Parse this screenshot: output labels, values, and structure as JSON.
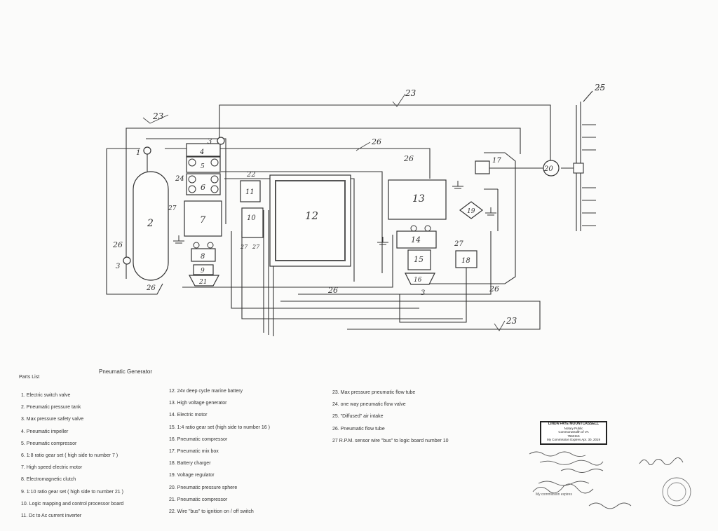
{
  "diagram": {
    "number_labels": {
      "n1": "1",
      "n2": "2",
      "n3a": "3",
      "n3b": "3",
      "n3c": "3",
      "n4": "4",
      "n5": "5",
      "n6": "6",
      "n7": "7",
      "n8": "8",
      "n9": "9",
      "n10": "10",
      "n11": "11",
      "n12": "12",
      "n13": "13",
      "n14": "14",
      "n15": "15",
      "n16": "16",
      "n17": "17",
      "n18": "18",
      "n19": "19",
      "n20": "20",
      "n21": "21",
      "n22": "22",
      "n23a": "23",
      "n23b": "23",
      "n23c": "23",
      "n24": "24",
      "n25": "25",
      "n26a": "26",
      "n26b": "26",
      "n26c": "26",
      "n26d": "26",
      "n26e": "26",
      "n26f": "26",
      "n27a": "27",
      "n27b": "27",
      "n27c": "27",
      "n27d": "27"
    }
  },
  "title": "Pneumatic Generator",
  "parts_list_heading": "Parts List",
  "parts_col1": [
    "1. Electric switch valve",
    "2. Pneumatic pressure tank",
    "3. Max pressure safety valve",
    "4. Pneumatic impeller",
    "5. Pneumatic compressor",
    "6. 1:8 ratio gear set ( high side to number 7 )",
    "7. High speed electric motor",
    "8. Electromagnetic clutch",
    "9. 1:10 ratio gear set ( high side to number 21 )",
    "10. Logic mapping and control processor board",
    "11. Dc to Ac current inverter"
  ],
  "parts_col2": [
    "12. 24v deep cycle marine battery",
    "13. High voltage generator",
    "14. Electric motor",
    "15. 1:4 ratio gear set (high side to number 16 )",
    "16. Pneumatic compressor",
    "17. Pneumatic mix box",
    "18. Battery charger",
    "19. Voltage regulator",
    "20. Pneumatic pressure sphere",
    "21. Pneumatic compressor",
    "22. Wire \"bus\" to ignition on / off switch"
  ],
  "parts_col3": [
    "23. Max pressure pneumatic flow tube",
    "24. one way pneumatic flow valve",
    "25. \"Diffused\" air intake",
    "26. Pneumatic flow tube",
    "27 R.P.M. sensor wire \"bus\" to logic board number 10"
  ],
  "stamp": {
    "name": "LINDA FAYE MOUNTCASSELL",
    "line1": "Notary Public",
    "line2": "Commonwealth of VA",
    "line3": "7563115",
    "line4": "My Commission Expires Apr. 30, 2019"
  },
  "notary": {
    "line1": "My commission expires"
  }
}
